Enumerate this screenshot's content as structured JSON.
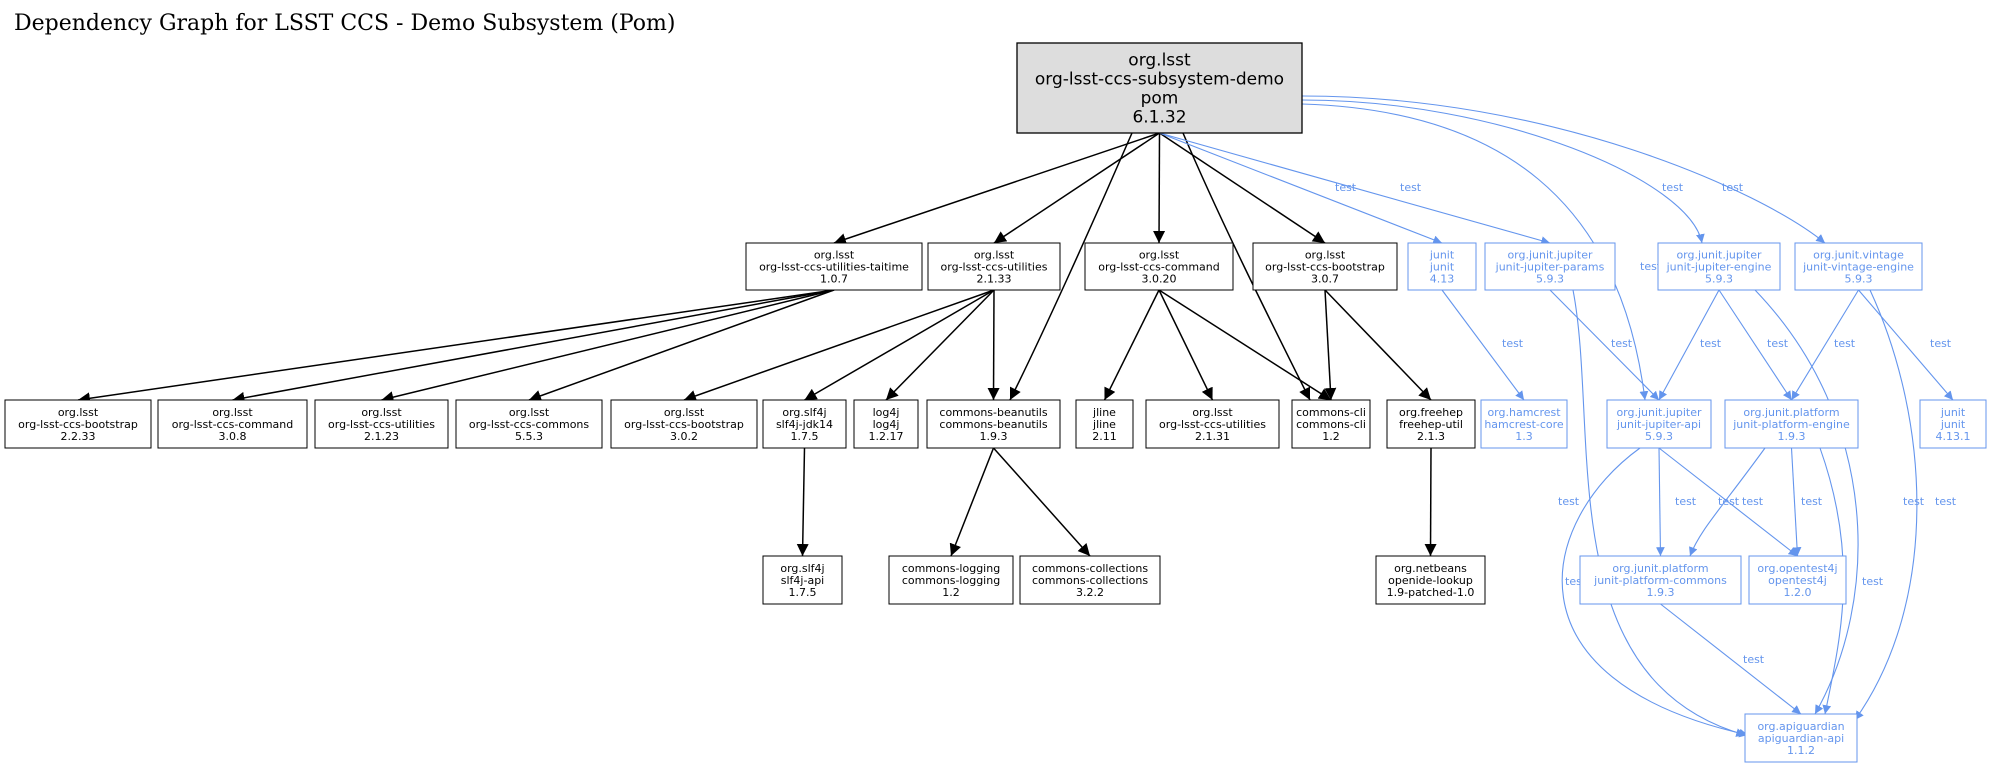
{
  "title": "Dependency Graph for LSST CCS - Demo Subsystem (Pom)",
  "colors": {
    "compile": "#000000",
    "test": "#6495ED",
    "root_fill": "#dddddd"
  },
  "nodes": [
    {
      "id": "root",
      "lines": [
        "org.lsst",
        "org-lsst-ccs-subsystem-demo",
        "pom",
        "6.1.32"
      ],
      "scope": "root"
    },
    {
      "id": "taitime",
      "lines": [
        "org.lsst",
        "org-lsst-ccs-utilities-taitime",
        "1.0.7"
      ],
      "scope": "compile"
    },
    {
      "id": "util2133",
      "lines": [
        "org.lsst",
        "org-lsst-ccs-utilities",
        "2.1.33"
      ],
      "scope": "compile"
    },
    {
      "id": "cmd3020",
      "lines": [
        "org.lsst",
        "org-lsst-ccs-command",
        "3.0.20"
      ],
      "scope": "compile"
    },
    {
      "id": "boot307",
      "lines": [
        "org.lsst",
        "org-lsst-ccs-bootstrap",
        "3.0.7"
      ],
      "scope": "compile"
    },
    {
      "id": "junit413",
      "lines": [
        "junit",
        "junit",
        "4.13"
      ],
      "scope": "test"
    },
    {
      "id": "params",
      "lines": [
        "org.junit.jupiter",
        "junit-jupiter-params",
        "5.9.3"
      ],
      "scope": "test"
    },
    {
      "id": "jengine",
      "lines": [
        "org.junit.jupiter",
        "junit-jupiter-engine",
        "5.9.3"
      ],
      "scope": "test"
    },
    {
      "id": "vintage",
      "lines": [
        "org.junit.vintage",
        "junit-vintage-engine",
        "5.9.3"
      ],
      "scope": "test"
    },
    {
      "id": "boot2233",
      "lines": [
        "org.lsst",
        "org-lsst-ccs-bootstrap",
        "2.2.33"
      ],
      "scope": "compile"
    },
    {
      "id": "cmd308",
      "lines": [
        "org.lsst",
        "org-lsst-ccs-command",
        "3.0.8"
      ],
      "scope": "compile"
    },
    {
      "id": "util2123",
      "lines": [
        "org.lsst",
        "org-lsst-ccs-utilities",
        "2.1.23"
      ],
      "scope": "compile"
    },
    {
      "id": "commons553",
      "lines": [
        "org.lsst",
        "org-lsst-ccs-commons",
        "5.5.3"
      ],
      "scope": "compile"
    },
    {
      "id": "boot302",
      "lines": [
        "org.lsst",
        "org-lsst-ccs-bootstrap",
        "3.0.2"
      ],
      "scope": "compile"
    },
    {
      "id": "slf4jjdk",
      "lines": [
        "org.slf4j",
        "slf4j-jdk14",
        "1.7.5"
      ],
      "scope": "compile"
    },
    {
      "id": "log4j",
      "lines": [
        "log4j",
        "log4j",
        "1.2.17"
      ],
      "scope": "compile"
    },
    {
      "id": "beanutils",
      "lines": [
        "commons-beanutils",
        "commons-beanutils",
        "1.9.3"
      ],
      "scope": "compile"
    },
    {
      "id": "jline",
      "lines": [
        "jline",
        "jline",
        "2.11"
      ],
      "scope": "compile"
    },
    {
      "id": "util2131",
      "lines": [
        "org.lsst",
        "org-lsst-ccs-utilities",
        "2.1.31"
      ],
      "scope": "compile"
    },
    {
      "id": "cli",
      "lines": [
        "commons-cli",
        "commons-cli",
        "1.2"
      ],
      "scope": "compile"
    },
    {
      "id": "freehep",
      "lines": [
        "org.freehep",
        "freehep-util",
        "2.1.3"
      ],
      "scope": "compile"
    },
    {
      "id": "hamcrest",
      "lines": [
        "org.hamcrest",
        "hamcrest-core",
        "1.3"
      ],
      "scope": "test"
    },
    {
      "id": "japi",
      "lines": [
        "org.junit.jupiter",
        "junit-jupiter-api",
        "5.9.3"
      ],
      "scope": "test"
    },
    {
      "id": "pengine",
      "lines": [
        "org.junit.platform",
        "junit-platform-engine",
        "1.9.3"
      ],
      "scope": "test"
    },
    {
      "id": "junit4131",
      "lines": [
        "junit",
        "junit",
        "4.13.1"
      ],
      "scope": "test"
    },
    {
      "id": "slf4japi",
      "lines": [
        "org.slf4j",
        "slf4j-api",
        "1.7.5"
      ],
      "scope": "compile"
    },
    {
      "id": "logging",
      "lines": [
        "commons-logging",
        "commons-logging",
        "1.2"
      ],
      "scope": "compile"
    },
    {
      "id": "collections",
      "lines": [
        "commons-collections",
        "commons-collections",
        "3.2.2"
      ],
      "scope": "compile"
    },
    {
      "id": "openide",
      "lines": [
        "org.netbeans",
        "openide-lookup",
        "1.9-patched-1.0"
      ],
      "scope": "compile"
    },
    {
      "id": "pcommons",
      "lines": [
        "org.junit.platform",
        "junit-platform-commons",
        "1.9.3"
      ],
      "scope": "test"
    },
    {
      "id": "opentest4j",
      "lines": [
        "org.opentest4j",
        "opentest4j",
        "1.2.0"
      ],
      "scope": "test"
    },
    {
      "id": "apiguardian",
      "lines": [
        "org.apiguardian",
        "apiguardian-api",
        "1.1.2"
      ],
      "scope": "test"
    }
  ],
  "edges": [
    {
      "from": "root",
      "to": "taitime",
      "label": ""
    },
    {
      "from": "root",
      "to": "util2133",
      "label": ""
    },
    {
      "from": "root",
      "to": "beanutils",
      "label": ""
    },
    {
      "from": "root",
      "to": "cmd3020",
      "label": ""
    },
    {
      "from": "root",
      "to": "cli",
      "label": ""
    },
    {
      "from": "root",
      "to": "boot307",
      "label": ""
    },
    {
      "from": "root",
      "to": "junit413",
      "label": "test"
    },
    {
      "from": "root",
      "to": "params",
      "label": "test"
    },
    {
      "from": "root",
      "to": "japi",
      "label": "test"
    },
    {
      "from": "root",
      "to": "jengine",
      "label": "test"
    },
    {
      "from": "root",
      "to": "vintage",
      "label": "test"
    },
    {
      "from": "taitime",
      "to": "boot2233",
      "label": ""
    },
    {
      "from": "taitime",
      "to": "cmd308",
      "label": ""
    },
    {
      "from": "taitime",
      "to": "util2123",
      "label": ""
    },
    {
      "from": "taitime",
      "to": "commons553",
      "label": ""
    },
    {
      "from": "util2133",
      "to": "boot302",
      "label": ""
    },
    {
      "from": "util2133",
      "to": "slf4jjdk",
      "label": ""
    },
    {
      "from": "util2133",
      "to": "log4j",
      "label": ""
    },
    {
      "from": "util2133",
      "to": "beanutils",
      "label": ""
    },
    {
      "from": "cmd3020",
      "to": "jline",
      "label": ""
    },
    {
      "from": "cmd3020",
      "to": "util2131",
      "label": ""
    },
    {
      "from": "cmd3020",
      "to": "cli",
      "label": ""
    },
    {
      "from": "boot307",
      "to": "cli",
      "label": ""
    },
    {
      "from": "boot307",
      "to": "freehep",
      "label": ""
    },
    {
      "from": "junit413",
      "to": "hamcrest",
      "label": "test"
    },
    {
      "from": "params",
      "to": "japi",
      "label": "test"
    },
    {
      "from": "params",
      "to": "apiguardian",
      "label": "test"
    },
    {
      "from": "jengine",
      "to": "japi",
      "label": "test"
    },
    {
      "from": "jengine",
      "to": "pengine",
      "label": "test"
    },
    {
      "from": "jengine",
      "to": "apiguardian",
      "label": "test"
    },
    {
      "from": "vintage",
      "to": "pengine",
      "label": "test"
    },
    {
      "from": "vintage",
      "to": "junit4131",
      "label": "test"
    },
    {
      "from": "vintage",
      "to": "apiguardian",
      "label": "test"
    },
    {
      "from": "slf4jjdk",
      "to": "slf4japi",
      "label": ""
    },
    {
      "from": "beanutils",
      "to": "logging",
      "label": ""
    },
    {
      "from": "beanutils",
      "to": "collections",
      "label": ""
    },
    {
      "from": "freehep",
      "to": "openide",
      "label": ""
    },
    {
      "from": "japi",
      "to": "pcommons",
      "label": "test"
    },
    {
      "from": "japi",
      "to": "opentest4j",
      "label": "test"
    },
    {
      "from": "japi",
      "to": "apiguardian",
      "label": "test"
    },
    {
      "from": "pengine",
      "to": "pcommons",
      "label": "test"
    },
    {
      "from": "pengine",
      "to": "opentest4j",
      "label": "test"
    },
    {
      "from": "pengine",
      "to": "apiguardian",
      "label": "test"
    },
    {
      "from": "pcommons",
      "to": "apiguardian",
      "label": "test"
    }
  ]
}
